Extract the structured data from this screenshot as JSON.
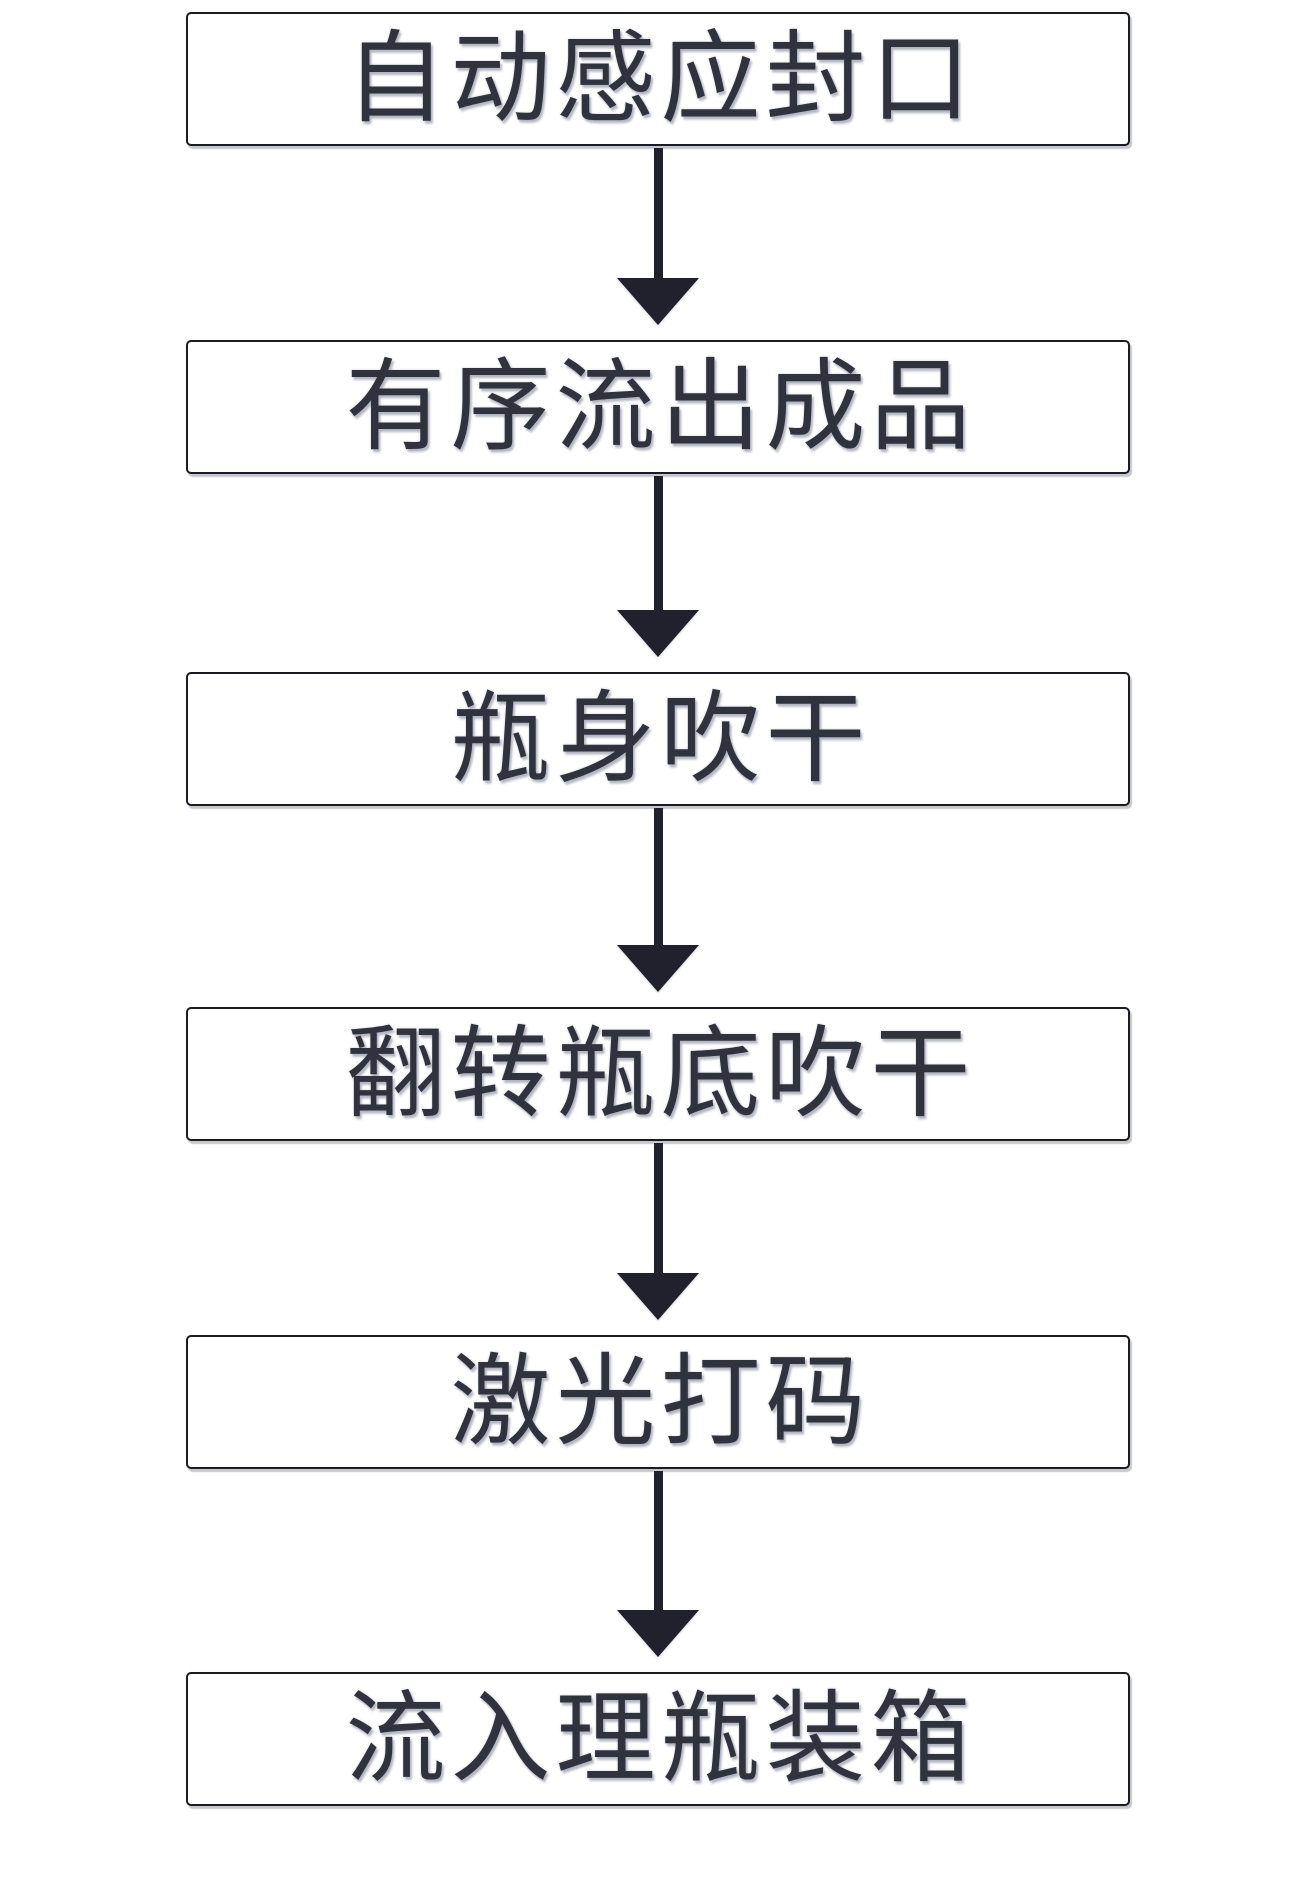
{
  "diagram": {
    "type": "flowchart",
    "direction": "top-down",
    "connector_icon": "arrow-down",
    "colors": {
      "background": "#ffffff",
      "box_fill": "#ffffff",
      "box_border": "#1a1b25",
      "text": "#30323e",
      "arrow": "#20212c"
    },
    "steps": [
      {
        "label": "自动感应封口"
      },
      {
        "label": "有序流出成品"
      },
      {
        "label": "瓶身吹干"
      },
      {
        "label": "翻转瓶底吹干"
      },
      {
        "label": "激光打码"
      },
      {
        "label": "流入理瓶装箱"
      }
    ]
  }
}
